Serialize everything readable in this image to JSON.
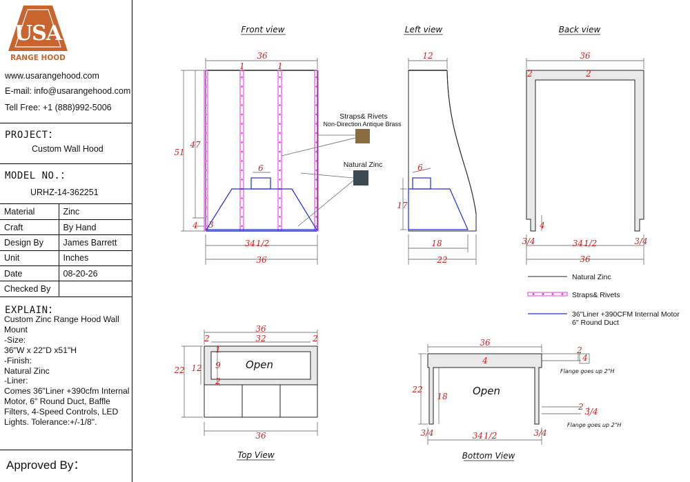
{
  "brand": {
    "logo_text": "USA",
    "logo_subtext": "RANGE HOOD",
    "logo_color": "#c9642f"
  },
  "contact": {
    "website": "www.usarangehood.com",
    "email": "E-mail: info@usarangehood.com",
    "phone": "Tell Free: +1 (888)992-5006"
  },
  "project": {
    "label": "PROJECT：",
    "value": "Custom Wall Hood"
  },
  "model": {
    "label": "MODEL NO.：",
    "value": "URHZ-14-362251"
  },
  "specs": [
    {
      "key": "Material",
      "value": "Zinc"
    },
    {
      "key": "Craft",
      "value": "By Hand"
    },
    {
      "key": "Design By",
      "value": "James Barrett"
    },
    {
      "key": "Unit",
      "value": "Inches"
    },
    {
      "key": "Date",
      "value": "08-20-26"
    },
    {
      "key": "Checked By",
      "value": ""
    }
  ],
  "explain": {
    "label": "EXPLAIN：",
    "text": "Custom Zinc Range Hood Wall\nMount\n-Size:\n36\"W x 22\"D x51\"H\n-Finish:\nNatural Zinc\n-Liner:\nComes 36\"Liner +390cfm Internal\nMotor, 6\" Round Duct, Baffle\nFilters, 4-Speed Controls, LED\nLights. Tolerance:+/-1/8\"."
  },
  "approved": "Approved By：",
  "views": {
    "front": "Front view",
    "left": "Left view",
    "back": "Back view",
    "top": "Top View",
    "bottom": "Bottom View"
  },
  "callouts": {
    "straps_title": "Straps& Rivets",
    "straps_sub": "Non-Direction Antique Brass",
    "zinc": "Natural Zinc"
  },
  "legend": {
    "zinc": "Natural Zinc",
    "straps": "Straps& Rivets",
    "liner_line1": "36\"Liner +390CFM Internal Motor",
    "liner_line2": "6\" Round Duct"
  },
  "notes": {
    "open": "Open",
    "flange": "Flange goes up 2\"H"
  },
  "dimensions": {
    "w36": "36",
    "h51": "51",
    "h47": "47",
    "d22": "22",
    "d12": "12",
    "d18": "18",
    "d17": "17",
    "d6": "6",
    "d4": "4",
    "d3": "3",
    "d1": "1",
    "d2": "2",
    "d9": "9",
    "d32": "32",
    "f34": "34",
    "half": "1/2",
    "frac": "3/4"
  },
  "colors": {
    "straps": "#e84ce8",
    "liner": "#1c2bd6",
    "dimension": "#d21f1f",
    "brass_swatch": "#8a6a3f",
    "zinc_swatch": "#3d4a52",
    "body_fill": "#e9e9e9"
  }
}
